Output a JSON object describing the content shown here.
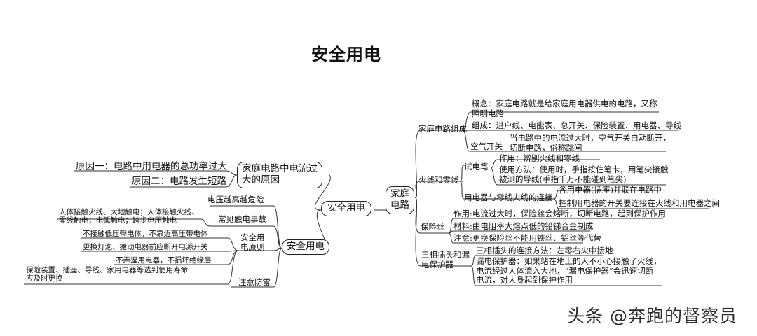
{
  "title": "安全用电",
  "root": "安全用电",
  "right": {
    "label": "家庭\n电路",
    "composition": {
      "label": "家庭电路组成",
      "concept": "概念：家庭电路就是给家庭用电器供电的电路，又称\n照明电路",
      "parts": "组成：进户线、电能表、总开关、保险装置、用电器、导线",
      "breaker_label": "空气开关",
      "breaker_desc": "当电路中的电流过大时，空气开关自动断开，\n切断电路，俗称跳闸"
    },
    "live_neutral": {
      "label": "火线和零线",
      "tester_label": "试电笔",
      "tester_use": "作用：辨别火线和零线",
      "tester_method": "使用方法：使用时，手指按住笔卡，用笔尖接触\n被测的导线(手指千万不能碰到笔尖)",
      "connection_label": "用电器与零线火线的连接",
      "connection_1": "各用电器(插座)并联在电路中",
      "connection_2": "控制用电器的开关要连接在火线和用电器之间"
    },
    "fuse": {
      "label": "保险丝",
      "use": "作用:电流过大时，保险丝会熔断，切断电路，起到保护作用",
      "material": "材料:由电阻率大熔点低的铅锑合金制成",
      "note": "注意:更换保险丝不能用铁丝、铝丝等代替"
    },
    "three_phase": {
      "label": "三相插头和漏\n电保护器",
      "plug": "三相插头的连接方法：左零右火中接地",
      "protector": "漏电保护器：如果站在地上的人不小心接触了火线，\n电流经过人体流入大地，“漏电保护器”会迅速切断\n电流，对人身起到保护作用"
    }
  },
  "left": {
    "overcurrent": {
      "label": "家庭电路中电流过\n大的原因",
      "reason1": "原因一：电路中用电器的总功率过大",
      "reason2": "原因二：电路发生短路"
    },
    "safety": {
      "label": "安全用电",
      "voltage_danger": "电压越高越危险",
      "common_accidents": "常见触电事故",
      "accidents_desc": "人体接触火线、大地触电；人体接触火线、\n零线触电；电弧触电；跨步电压触电",
      "principles_label": "安全用\n电原则",
      "principle1": "不接触低压带电体，不靠近高压带电体",
      "principle2": "更换灯泡、搬动电器前应断开电源开关",
      "principle3": "不弄湿用电器，不损坏绝缘层",
      "principle4": "保险装置、插座、导线、家用电器等达到使用寿命\n应及时更换",
      "lightning": "注意防雷"
    }
  },
  "watermark": "头条 @奔跑的督察员",
  "colors": {
    "line": "#333333",
    "text": "#111111",
    "background": "#ffffff"
  }
}
